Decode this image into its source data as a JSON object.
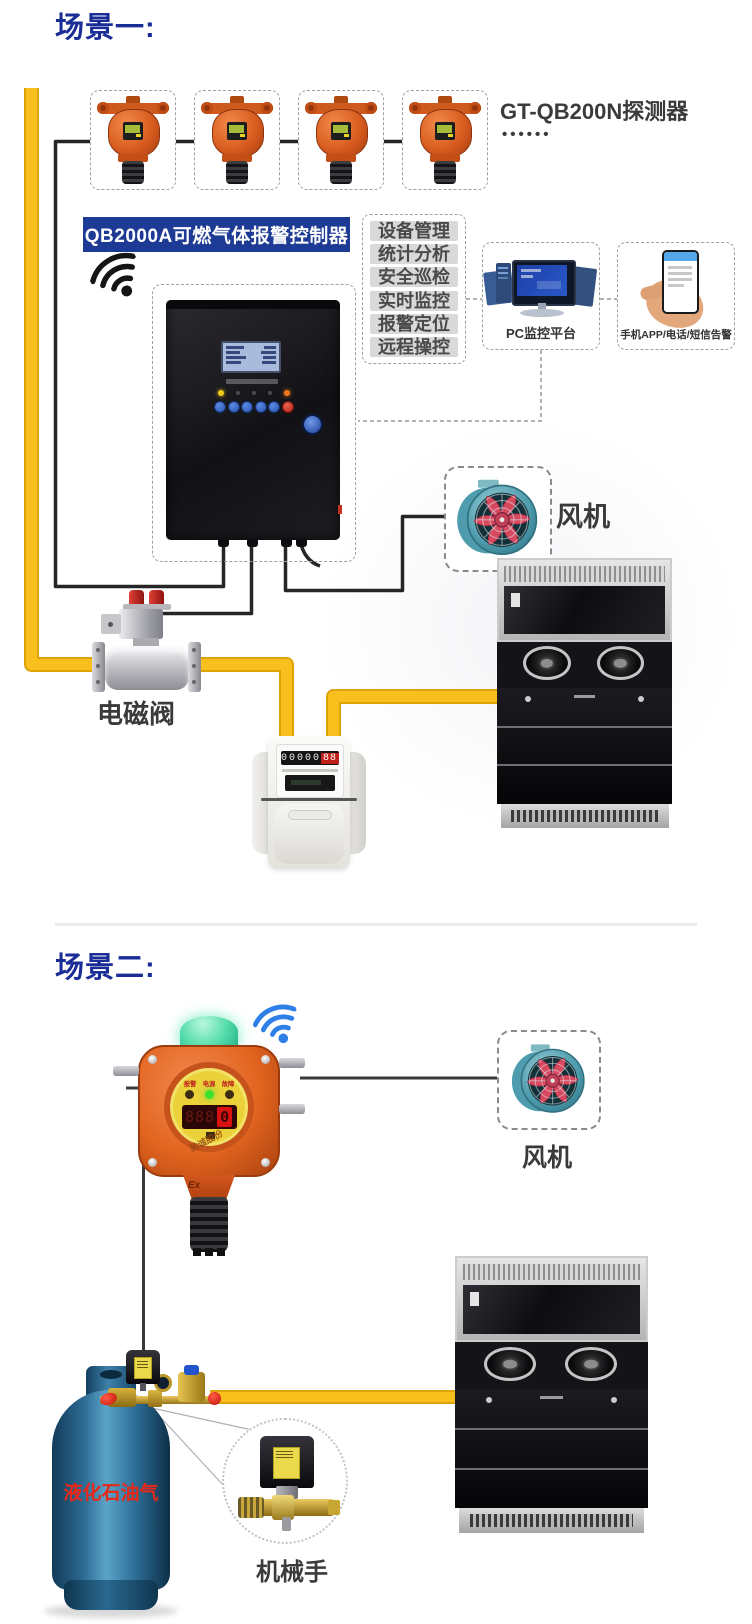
{
  "colors": {
    "title_blue": "#1a2c96",
    "banner_blue": "#1d3a94",
    "pipe_yellow": "#F8BF1D",
    "wire_black": "#262626",
    "lpg_red": "#e82818",
    "detector_orange": "#e2641f",
    "fan_teal": "#4E9CAD",
    "fan_blade_red": "#D8485E",
    "cylinder_blue": "#2e6e97"
  },
  "scene1": {
    "title": "场景一:",
    "detectors_label": "GT-QB200N探测器",
    "detectors_more": "••••••",
    "controller_banner": "QB2000A可燃气体报警控制器",
    "features": [
      "设备管理",
      "统计分析",
      "安全巡检",
      "实时监控",
      "报警定位",
      "远程操控"
    ],
    "pc_label": "PC监控平台",
    "phone_label": "手机APP/电话/短信告警",
    "fan_label": "风机",
    "valve_label": "电磁阀"
  },
  "scene2": {
    "title": "场景二:",
    "fan_label": "风机",
    "cylinder_label": "液化石油气",
    "manipulator_label": "机械手",
    "detector": {
      "indicators": [
        "报警",
        "电源",
        "故障"
      ],
      "display_dim": "888",
      "display_value": "0",
      "ex_mark": "Ex",
      "brand": "驰诚股份"
    }
  },
  "meter": {
    "counter_white": "00000",
    "counter_red": "88"
  }
}
